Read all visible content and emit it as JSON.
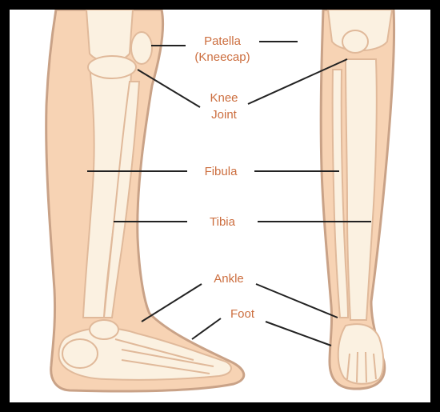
{
  "diagram": {
    "labels": {
      "patella": "Patella",
      "kneecap": "(Kneecap)",
      "knee": "Knee",
      "joint": "Joint",
      "fibula": "Fibula",
      "tibia": "Tibia",
      "ankle": "Ankle",
      "foot": "Foot"
    },
    "colors": {
      "background": "#000000",
      "canvas": "#ffffff",
      "skin": "#f7d3b4",
      "skin_outline": "#c9a287",
      "bone": "#fbf1e1",
      "bone_outline": "#e0b99a",
      "label": "#cc6e3f",
      "leader_line": "#222222"
    }
  }
}
